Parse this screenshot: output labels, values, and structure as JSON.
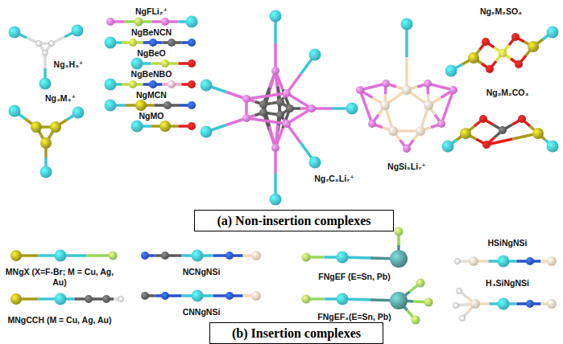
{
  "diagram": {
    "nodes": [
      {
        "text": [
          "(a) Non-insertion complexes"
        ]
      },
      {
        "text": [
          "(b) Insertion complexes"
        ]
      }
    ],
    "labels": [
      "Ng₃H₃⁺",
      "Ng₃M₃⁺",
      "NgFLi₂⁺",
      "NgBeNCN",
      "NgBeO",
      "NgBeNBO",
      "NgMCN",
      "NgMO",
      "Ng₇C₅Li₇⁺",
      "NgSi₅Li₇⁺",
      "Ng₂M₂SO₄",
      "Ng₂M₂CO₃",
      "MNgX (X=F-Br; M = Cu, Ag, Au)",
      "MNgCCH (M = Cu, Ag, Au)",
      "NCNgNSi",
      "CNNgNSi",
      "FNgEF (E=Sn, Pb)",
      "FNgEF₃(E=Sn, Pb)",
      "HSiNgNSi",
      "H₃SiNgNSi"
    ]
  }
}
